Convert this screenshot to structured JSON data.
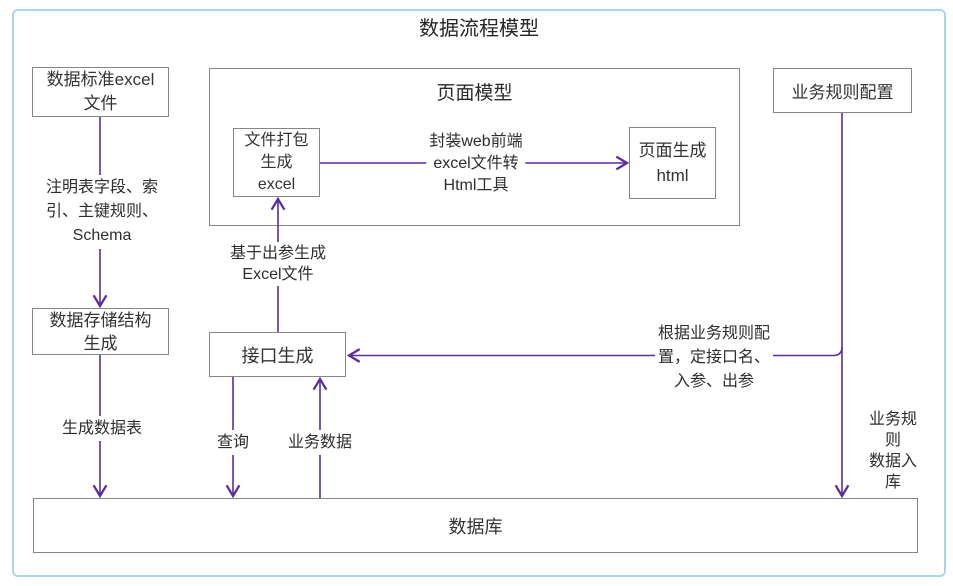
{
  "diagram": {
    "title": "数据流程模型",
    "colors": {
      "arrow": "#5c2d9e",
      "frame": "#a8d6f0",
      "box_border": "#868686"
    },
    "boxes": {
      "excel_file": {
        "label": "数据标准excel\n文件"
      },
      "storage_gen": {
        "label": "数据存储结构\n生成"
      },
      "file_package": {
        "label": "文件打包\n生成\nexcel"
      },
      "page_gen_html": {
        "label": "页面生成\nhtml"
      },
      "api_gen": {
        "label": "接口生成"
      },
      "biz_rule_config": {
        "label": "业务规则配置"
      },
      "database": {
        "label": "数据库"
      },
      "page_model": {
        "label": "页面模型"
      }
    },
    "edge_labels": {
      "schema_note": "注明表字段、索\n引、主键规则、\nSchema",
      "gen_table": "生成数据表",
      "query": "查询",
      "biz_data": "业务数据",
      "excel_from_params": "基于出参生成\nExcel文件",
      "web_tool": "封装web前端\nexcel文件转\nHtml工具",
      "rule_to_api": "根据业务规则配\n置，定接口名、\n入参、出参",
      "rule_to_db": "业务规则\n数据入库"
    }
  }
}
